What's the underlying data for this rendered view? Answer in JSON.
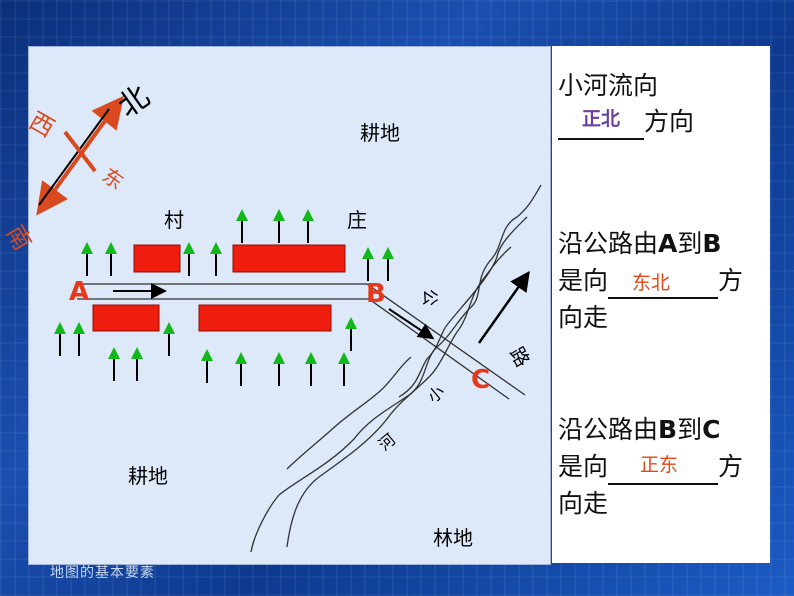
{
  "map": {
    "north_label": "北",
    "west_label": "西",
    "east_label": "东",
    "south_label": "南",
    "village_char1": "村",
    "village_char2": "庄",
    "farmland_top": "耕地",
    "farmland_bottom": "耕地",
    "forest": "林地",
    "point_a": "A",
    "point_b": "B",
    "point_c": "C",
    "road_char1": "公",
    "road_char2": "路",
    "river_char1": "小",
    "river_char2": "河"
  },
  "questions": [
    {
      "line1": "小河流向",
      "blank_suffix": "方向",
      "answer": "正北"
    },
    {
      "line1_prefix": "沿公路由",
      "from": "A",
      "mid": "到",
      "to": "B",
      "line2_prefix": "是向",
      "line2_suffix": "方",
      "line3": "向走",
      "answer": "东北"
    },
    {
      "line1_prefix": "沿公路由",
      "from": "B",
      "mid": "到",
      "to": "C",
      "line2_prefix": "是向",
      "line2_suffix": "方",
      "line3": "向走",
      "answer": "正东"
    }
  ],
  "footer": "地图的基本要素",
  "colors": {
    "house": "#ee1d0d",
    "tree": "#10b81a",
    "compass": "#d94a1f",
    "answer_purple": "#6b3fa0",
    "answer_red": "#e04a1a",
    "point_red": "#e8381a"
  }
}
